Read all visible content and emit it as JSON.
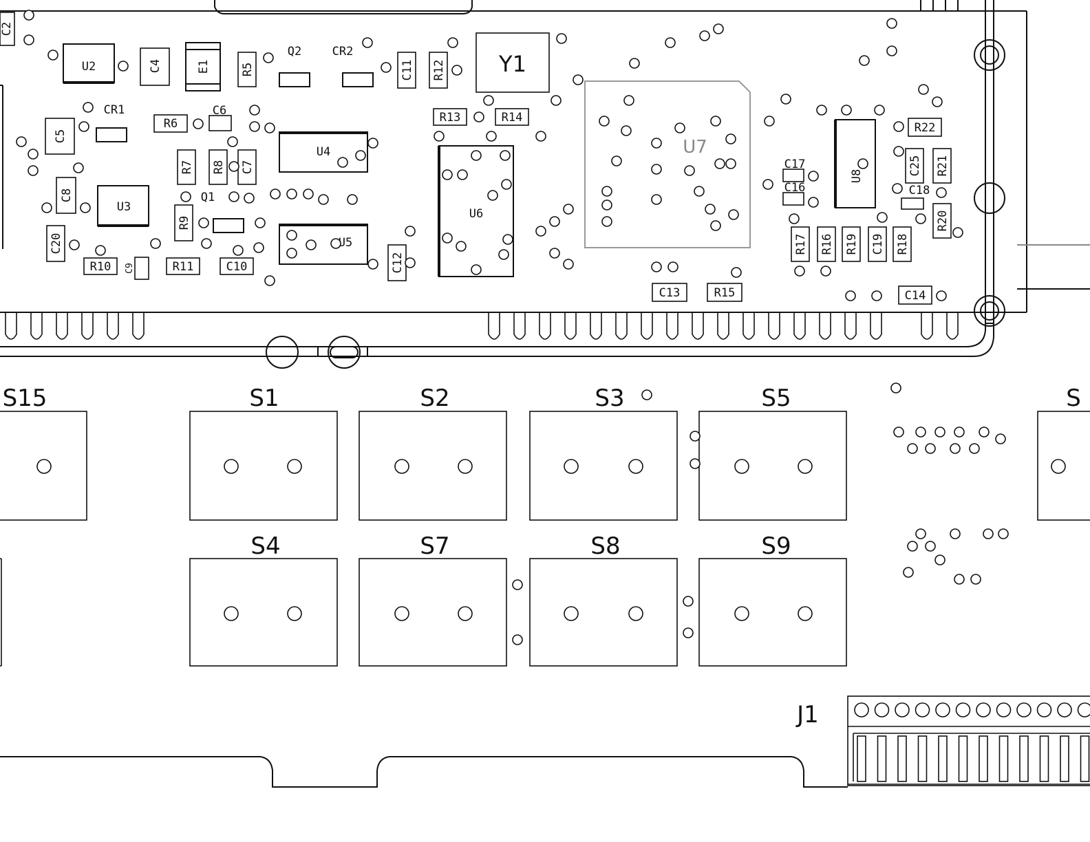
{
  "components": {
    "C2": "C2",
    "U2": "U2",
    "C4": "C4",
    "E1": "E1",
    "R5": "R5",
    "Q2": "Q2",
    "CR2": "CR2",
    "C11": "C11",
    "R12": "R12",
    "Y1": "Y1",
    "CR1": "CR1",
    "C6": "C6",
    "R6": "R6",
    "C5": "C5",
    "R7": "R7",
    "R8": "R8",
    "C7": "C7",
    "U4": "U4",
    "R13": "R13",
    "R14": "R14",
    "U7": "U7",
    "C8": "C8",
    "U3": "U3",
    "Q1": "Q1",
    "R9": "R9",
    "U5": "U5",
    "U6": "U6",
    "C20": "C20",
    "R10": "R10",
    "C9": "C9",
    "R11": "R11",
    "C10": "C10",
    "C12": "C12",
    "C13": "C13",
    "R15": "R15",
    "C17": "C17",
    "C16": "C16",
    "U8": "U8",
    "R22": "R22",
    "C25": "C25",
    "R21": "R21",
    "C18": "C18",
    "R20": "R20",
    "R17": "R17",
    "R16": "R16",
    "R19": "R19",
    "C19": "C19",
    "R18": "R18",
    "C14": "C14",
    "J1": "J1"
  },
  "switches": {
    "S15": "S15",
    "S1": "S1",
    "S2": "S2",
    "S3": "S3",
    "S5": "S5",
    "S4": "S4",
    "S7": "S7",
    "S8": "S8",
    "S9": "S9",
    "S_right": "S"
  },
  "colors": {
    "line": "#111111",
    "background": "#ffffff",
    "trace": "#888888"
  }
}
